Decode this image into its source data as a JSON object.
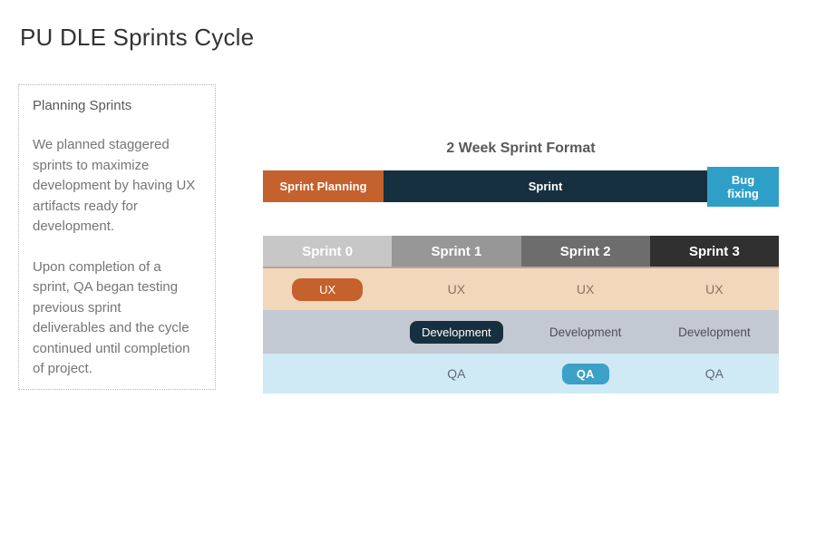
{
  "slide": {
    "title": "PU DLE Sprints Cycle"
  },
  "note": {
    "heading": "Planning Sprints",
    "paragraphs": [
      "We planned staggered sprints to maximize development by having UX artifacts ready for development.",
      "Upon completion of a sprint, QA began testing previous sprint deliverables and the cycle continued until completion of project."
    ]
  },
  "chart": {
    "title": "2 Week Sprint Format",
    "timeline": {
      "segments": [
        {
          "label": "Sprint Planning",
          "color": "#c5612c"
        },
        {
          "label": "Sprint",
          "color": "#17303f"
        },
        {
          "label": "Bug fixing",
          "color": "#2f9fc7"
        }
      ]
    },
    "matrix": {
      "columns": [
        {
          "label": "Sprint 0",
          "color": "#c7c7c7"
        },
        {
          "label": "Sprint 1",
          "color": "#979797"
        },
        {
          "label": "Sprint 2",
          "color": "#6d6d6d"
        },
        {
          "label": "Sprint 3",
          "color": "#303030"
        }
      ],
      "rows": [
        {
          "name": "UX",
          "background": "#f2d7ba",
          "cells": [
            {
              "label": "UX",
              "highlight": true,
              "highlight_color": "#c5612c"
            },
            {
              "label": "UX"
            },
            {
              "label": "UX"
            },
            {
              "label": "UX"
            }
          ]
        },
        {
          "name": "Development",
          "background": "#c3c9d2",
          "cells": [
            {
              "label": ""
            },
            {
              "label": "Development",
              "highlight": true,
              "highlight_color": "#17303f"
            },
            {
              "label": "Development"
            },
            {
              "label": "Development"
            }
          ]
        },
        {
          "name": "QA",
          "background": "#cfe9f5",
          "cells": [
            {
              "label": ""
            },
            {
              "label": "QA"
            },
            {
              "label": "QA",
              "highlight": true,
              "highlight_color": "#3da0c6"
            },
            {
              "label": "QA"
            }
          ]
        }
      ]
    }
  }
}
